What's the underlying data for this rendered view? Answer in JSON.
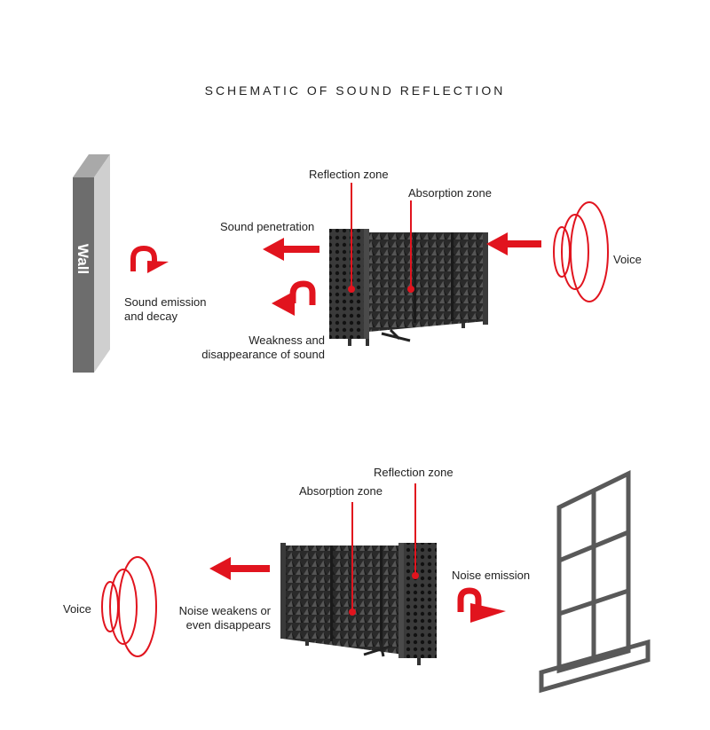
{
  "title": "SCHEMATIC OF SOUND REFLECTION",
  "colors": {
    "accent": "#e1141e",
    "panel": "#2b2b2b",
    "wall": "#6d6d6d"
  },
  "top": {
    "wall_label": "Wall",
    "reflection_zone": "Reflection zone",
    "absorption_zone": "Absorption zone",
    "sound_penetration": "Sound penetration",
    "voice": "Voice",
    "sound_emission_l1": "Sound emission",
    "sound_emission_l2": "and decay",
    "weakness_l1": "Weakness and",
    "weakness_l2": "disappearance of sound"
  },
  "bottom": {
    "reflection_zone": "Reflection zone",
    "absorption_zone": "Absorption zone",
    "noise_emission": "Noise emission",
    "voice": "Voice",
    "noise_weakens_l1": "Noise weakens or",
    "noise_weakens_l2": "even disappears"
  }
}
